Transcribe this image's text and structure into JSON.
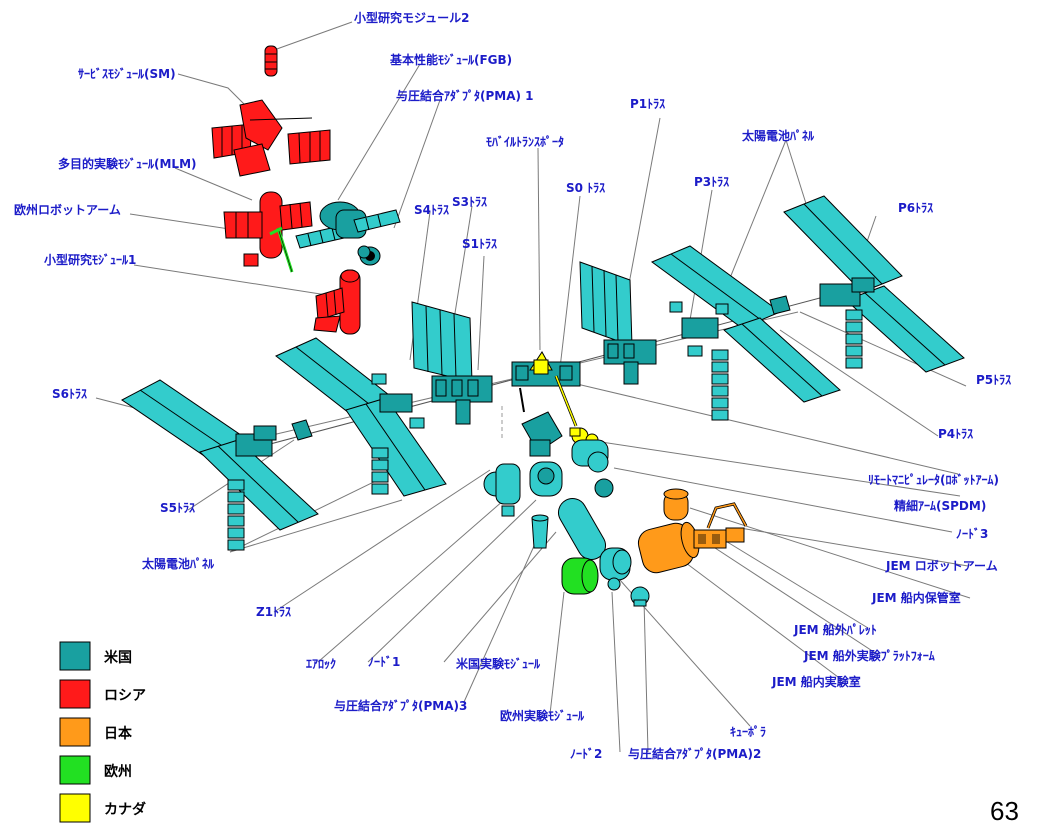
{
  "colors": {
    "usa": "#19a0a0",
    "usa_panel": "#33cccc",
    "russia": "#ff1a1a",
    "japan": "#ff9a1a",
    "europe": "#22e022",
    "canada": "#ffff00",
    "label": "#1c1cc8"
  },
  "labels": {
    "mrm2": "小型研究モジュール2",
    "fgb": "基本性能ﾓｼﾞｭｰﾙ(FGB)",
    "sm": "ｻｰﾋﾞｽﾓｼﾞｭｰﾙ(SM)",
    "pma1": "与圧結合ｱﾀﾞﾌﾟﾀ(PMA) 1",
    "mlm": "多目的実験ﾓｼﾞｭｰﾙ(MLM)",
    "era": "欧州ロボットアーム",
    "mrm1": "小型研究ﾓｼﾞｭｰﾙ1",
    "mobile_transporter": "ﾓﾊﾞｲﾙﾄﾗﾝｽﾎﾟｰﾀ",
    "p1": "P1ﾄﾗｽ",
    "solar_top": "太陽電池ﾊﾟﾈﾙ",
    "s0": "S0 ﾄﾗｽ",
    "p3": "P3ﾄﾗｽ",
    "p6": "P6ﾄﾗｽ",
    "s4": "S4ﾄﾗｽ",
    "s3": "S3ﾄﾗｽ",
    "s1": "S1ﾄﾗｽ",
    "s6": "S6ﾄﾗｽ",
    "p5": "P5ﾄﾗｽ",
    "p4": "P4ﾄﾗｽ",
    "rms": "ﾘﾓｰﾄﾏﾆﾋﾟｭﾚｰﾀ(ﾛﾎﾞｯﾄｱｰﾑ)",
    "spdm": "精細ｱｰﾑ(SPDM)",
    "s5": "S5ﾄﾗｽ",
    "node3": "ﾉｰﾄﾞ3",
    "solar_bottom": "太陽電池ﾊﾟﾈﾙ",
    "jem_arm": "JEM ロボットアーム",
    "jem_stor": "JEM 船内保管室",
    "z1": "Z1ﾄﾗｽ",
    "jem_pallet": "JEM 船外ﾊﾟﾚｯﾄ",
    "jem_ef": "JEM 船外実験ﾌﾟﾗｯﾄﾌｫｰﾑ",
    "jem_pm": "JEM 船内実験室",
    "airlock": "ｴｱﾛｯｸ",
    "node1": "ﾉｰﾄﾞ1",
    "us_lab": "米国実験ﾓｼﾞｭｰﾙ",
    "pma3": "与圧結合ｱﾀﾞﾌﾟﾀ(PMA)3",
    "eu_lab": "欧州実験ﾓｼﾞｭｰﾙ",
    "cupola": "ｷｭｰﾎﾟﾗ",
    "node2": "ﾉｰﾄﾞ2",
    "pma2": "与圧結合ｱﾀﾞﾌﾟﾀ(PMA)2"
  },
  "legend": [
    {
      "label": "米国",
      "color": "#19a0a0"
    },
    {
      "label": "ロシア",
      "color": "#ff1a1a"
    },
    {
      "label": "日本",
      "color": "#ff9a1a"
    },
    {
      "label": "欧州",
      "color": "#22e022"
    },
    {
      "label": "カナダ",
      "color": "#ffff00"
    }
  ],
  "page_number": "63"
}
